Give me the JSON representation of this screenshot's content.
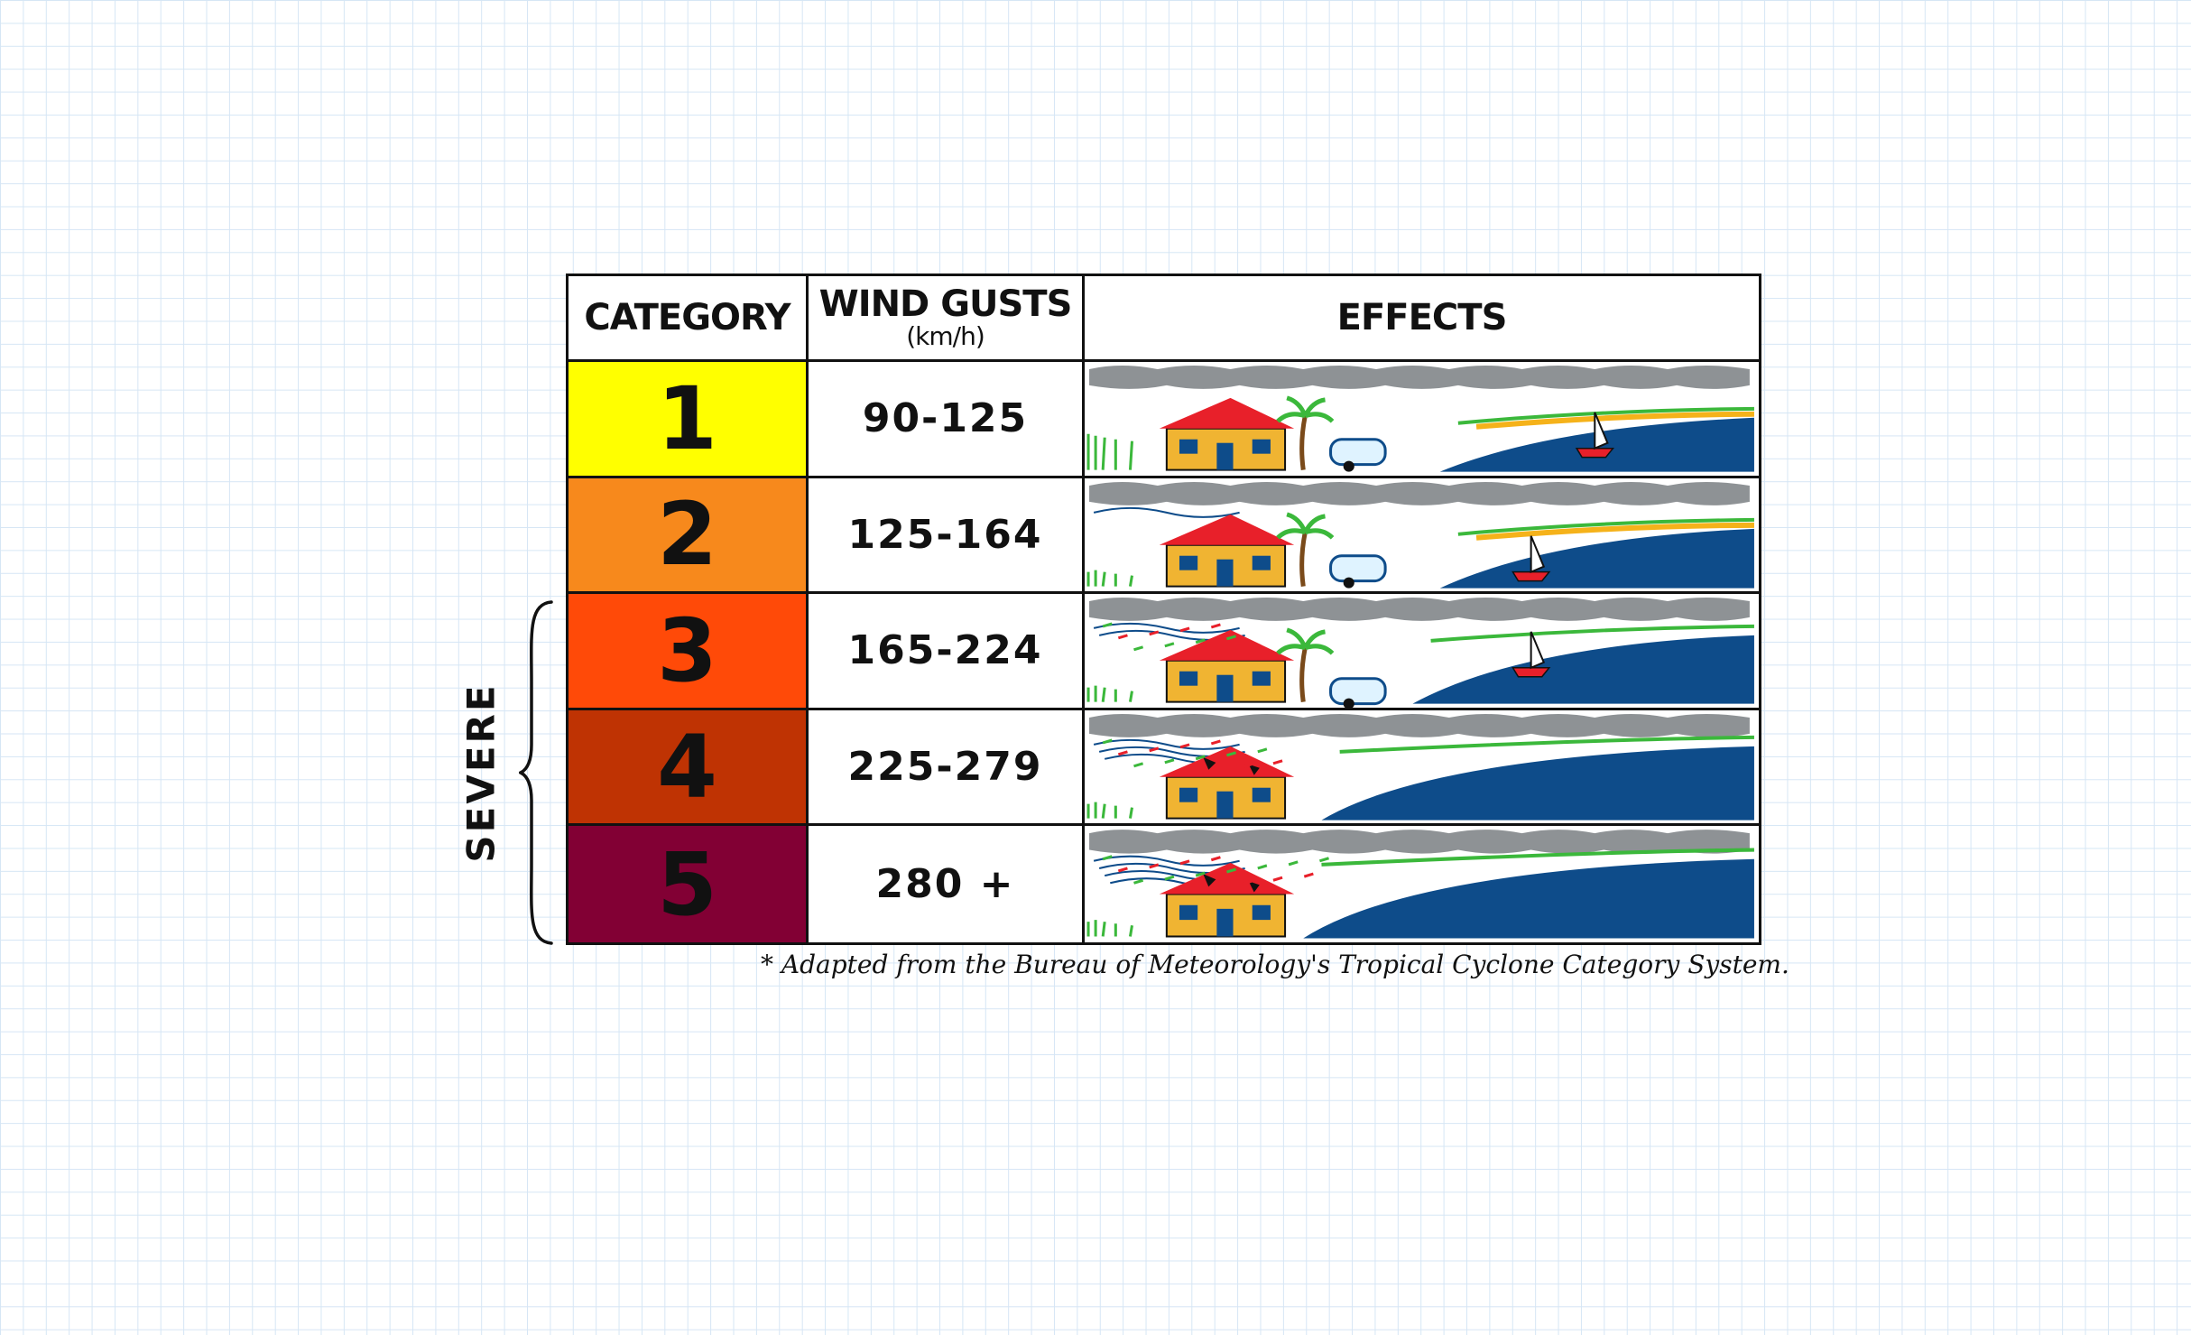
{
  "table": {
    "headers": {
      "category": "CATEGORY",
      "wind_gusts": "WIND GUSTS",
      "wind_units": "(km/h)",
      "effects": "EFFECTS"
    },
    "rows": [
      {
        "category": "1",
        "gusts": "90-125",
        "color": "#ffff00",
        "level": 1
      },
      {
        "category": "2",
        "gusts": "125-164",
        "color": "#f7891c",
        "level": 2
      },
      {
        "category": "3",
        "gusts": "165-224",
        "color": "#ff4a08",
        "level": 3
      },
      {
        "category": "4",
        "gusts": "225-279",
        "color": "#bf3303",
        "level": 4
      },
      {
        "category": "5",
        "gusts": "280 +",
        "color": "#820034",
        "level": 5
      }
    ]
  },
  "severe_label": "SEVERE",
  "footnote": "* Adapted from the Bureau of Meteorology's Tropical Cyclone Category System.",
  "colors": {
    "cloud": "#8e9295",
    "sea": "#0e4c8a",
    "house_wall": "#f0b432",
    "roof": "#e8202a",
    "grass": "#3bb83b",
    "sand": "#f5b21a"
  }
}
